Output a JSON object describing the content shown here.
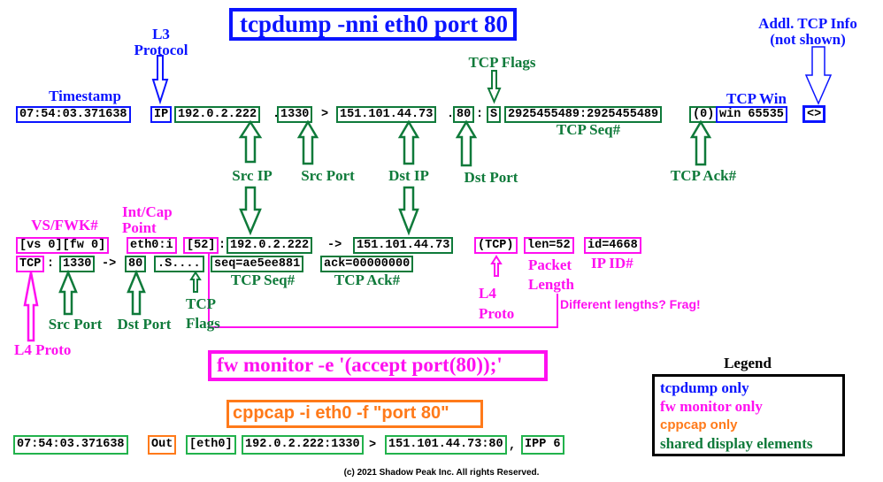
{
  "tcpdump": {
    "command": "tcpdump -nni eth0 port 80",
    "fields": {
      "timestamp": "07:54:03.371638",
      "l3_protocol": "IP",
      "src_ip": "192.0.2.222",
      "dot1": ".",
      "src_port": "1330",
      "gt": ">",
      "dst_ip": "151.101.44.73",
      "dot2": ".",
      "dst_port": "80",
      "colon": ":",
      "flags": "S",
      "seq": "2925455489:2925455489",
      "ack": "(0)",
      "win": "win 65535",
      "addl": "<>"
    },
    "labels": {
      "timestamp": "Timestamp",
      "l3_protocol": "L3\nProtocol",
      "tcp_flags": "TCP Flags",
      "addl_info": "Addl. TCP Info\n(not shown)",
      "tcp_win": "TCP Win",
      "tcp_seq": "TCP Seq#",
      "src_ip": "Src IP",
      "src_port": "Src Port",
      "dst_ip": "Dst IP",
      "dst_port": "Dst Port",
      "tcp_ack": "TCP Ack#"
    }
  },
  "fw_monitor": {
    "command": "fw monitor -e '(accept port(80));'",
    "line1": {
      "vs_fwk": "[vs 0][fw 0]",
      "int_cap": "eth0:i",
      "len_bracket": "[52]",
      "colon": ":",
      "src_ip": "192.0.2.222",
      "arrow": "->",
      "dst_ip": "151.101.44.73",
      "proto": "(TCP)",
      "len": "len=52",
      "id": "id=4668"
    },
    "line2": {
      "proto": "TCP",
      "colon": ":",
      "src_port": "1330",
      "arrow": "->",
      "dst_port": "80",
      "flags": ".S....",
      "seq": "seq=ae5ee881",
      "ack": "ack=00000000"
    },
    "labels": {
      "vs_fwk": "VS/FWK#",
      "int_cap": "Int/Cap\nPoint",
      "tcp_seq": "TCP Seq#",
      "tcp_ack": "TCP Ack#",
      "l4_proto_right": "L4\nProto",
      "packet_length": "Packet\nLength",
      "ip_id": "IP ID#",
      "frag_note": "Different lengths?  Frag!",
      "src_port": "Src Port",
      "dst_port": "Dst Port",
      "tcp_flags": "TCP\nFlags",
      "l4_proto_left": "L4 Proto"
    }
  },
  "cppcap": {
    "command": "cppcap -i eth0 -f \"port 80\"",
    "fields": {
      "timestamp": "07:54:03.371638",
      "direction": "Out",
      "interface": "[eth0]",
      "src": "192.0.2.222:1330",
      "gt": ">",
      "dst": "151.101.44.73:80",
      "comma": ",",
      "ipp": "IPP 6"
    }
  },
  "legend": {
    "title": "Legend",
    "items": [
      {
        "label": "tcpdump only",
        "color": "#0a14ff"
      },
      {
        "label": "fw monitor only",
        "color": "#ff10f0"
      },
      {
        "label": "cppcap only",
        "color": "#ff7a1a"
      },
      {
        "label": "shared display elements",
        "color": "#0f7a3a"
      }
    ]
  },
  "colors": {
    "tcpdump": "#0a14ff",
    "fw_monitor": "#ff10f0",
    "cppcap": "#ff7a1a",
    "shared": "#0f7a3a"
  },
  "copyright": "(c) 2021 Shadow Peak Inc.  All rights Reserved."
}
